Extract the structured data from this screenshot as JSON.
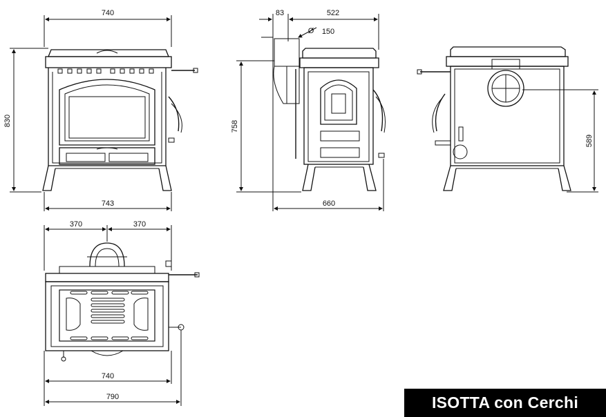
{
  "product": {
    "title": "ISOTTA con Cerchi"
  },
  "front_view": {
    "dim_top_width": "740",
    "dim_height": "830",
    "dim_bottom_width": "743"
  },
  "side_view": {
    "dim_flue_offset": "83",
    "dim_top_depth": "522",
    "dim_flue_diameter": "150",
    "dim_flue_symbol": "Ø",
    "dim_flue_height": "758",
    "dim_bottom_depth": "660"
  },
  "rear_view": {
    "dim_flue_height": "589"
  },
  "top_view": {
    "dim_half_left": "370",
    "dim_half_right": "370",
    "dim_width": "740",
    "dim_total_width": "790"
  },
  "colors": {
    "line": "#111111",
    "title_bg": "#000000",
    "title_fg": "#ffffff"
  }
}
